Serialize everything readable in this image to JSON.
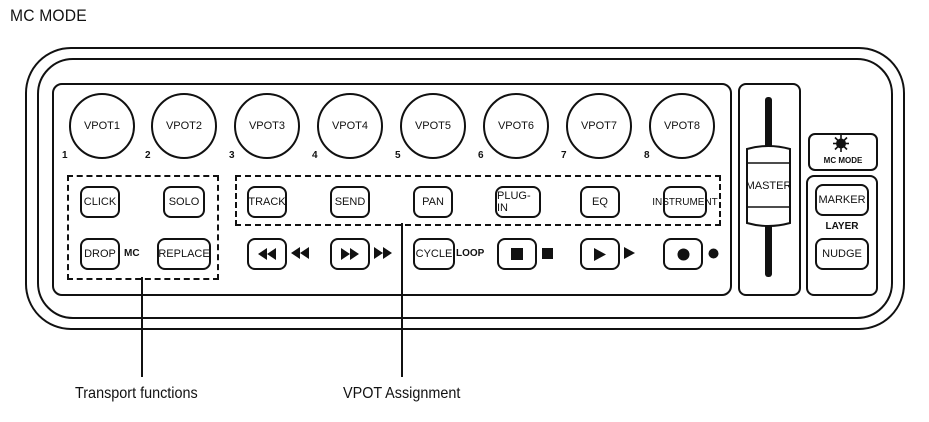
{
  "title": "MC MODE",
  "vpots": [
    {
      "label": "VPOT1",
      "num": "1"
    },
    {
      "label": "VPOT2",
      "num": "2"
    },
    {
      "label": "VPOT3",
      "num": "3"
    },
    {
      "label": "VPOT4",
      "num": "4"
    },
    {
      "label": "VPOT5",
      "num": "5"
    },
    {
      "label": "VPOT6",
      "num": "6"
    },
    {
      "label": "VPOT7",
      "num": "7"
    },
    {
      "label": "VPOT8",
      "num": "8"
    }
  ],
  "left_buttons": {
    "click": "CLICK",
    "solo": "SOLO",
    "drop": "DROP",
    "replace": "REPLACE",
    "mc_label": "MC"
  },
  "assign_buttons": [
    "TRACK",
    "SEND",
    "PAN",
    "PLUG-IN",
    "EQ",
    "INSTRUMENT"
  ],
  "transport": {
    "cycle": "CYCLE",
    "loop_label": "LOOP",
    "rewind_icon": "rewind-icon",
    "fast_forward_icon": "fast-forward-icon",
    "stop_icon": "stop-icon",
    "play_icon": "play-icon",
    "record_icon": "record-icon"
  },
  "master": "MASTER",
  "mc_mode_button": "MC MODE",
  "right_panel": {
    "marker": "MARKER",
    "layer_label": "LAYER",
    "nudge": "NUDGE"
  },
  "annotations": {
    "transport_functions": "Transport functions",
    "vpot_assignment": "VPOT Assignment"
  }
}
